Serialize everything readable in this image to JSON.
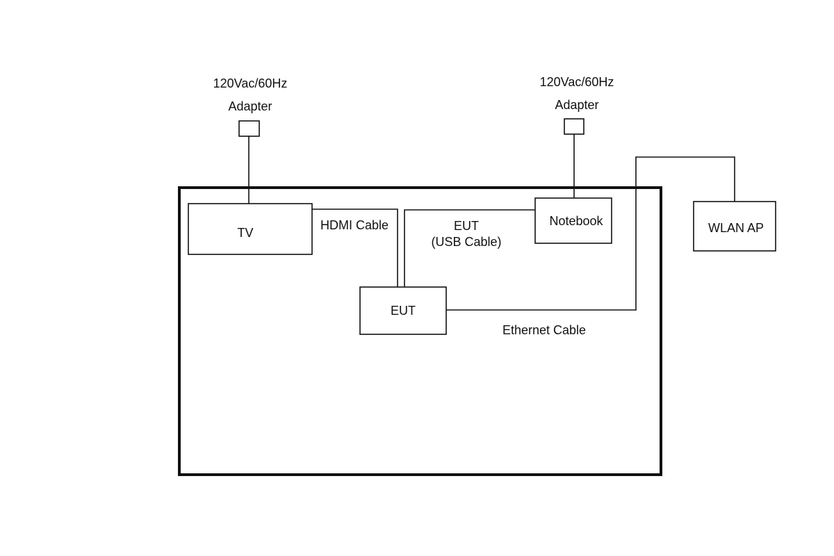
{
  "labels": {
    "adapter_left_voltage": "120Vac/60Hz",
    "adapter_left_name": "Adapter",
    "adapter_right_voltage": "120Vac/60Hz",
    "adapter_right_name": "Adapter",
    "tv": "TV",
    "hdmi_cable": "HDMI Cable",
    "eut_usb_line1": "EUT",
    "eut_usb_line2": "(USB Cable)",
    "notebook": "Notebook",
    "wlan_ap": "WLAN AP",
    "eut": "EUT",
    "ethernet_cable": "Ethernet Cable"
  }
}
